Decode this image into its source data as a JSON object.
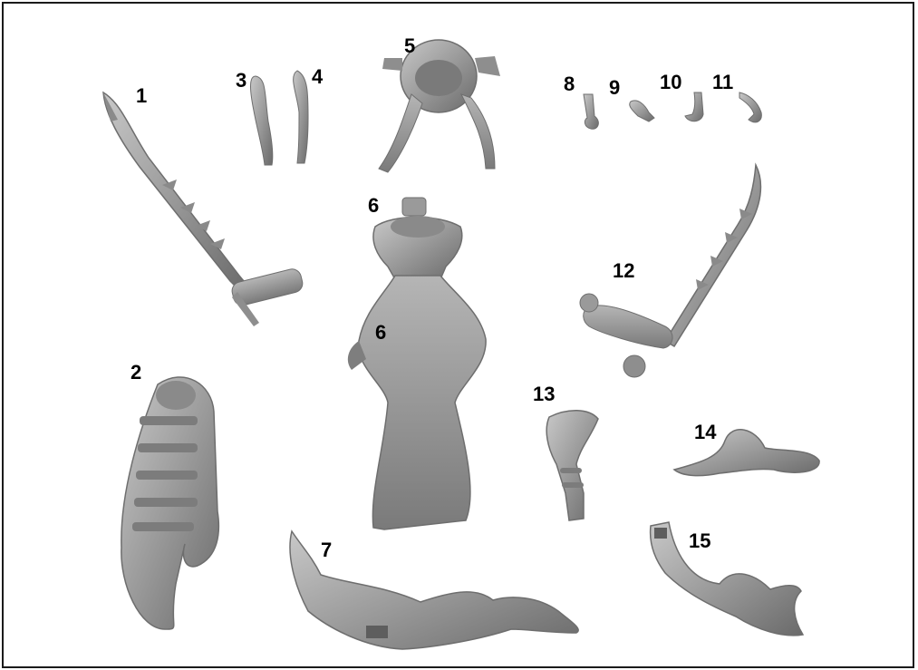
{
  "sheet": {
    "labels": {
      "p1": "1",
      "p2": "2",
      "p3": "3",
      "p4": "4",
      "p5": "5",
      "p6a": "6",
      "p6b": "6",
      "p7": "7",
      "p8": "8",
      "p9": "9",
      "p10": "10",
      "p11": "11",
      "p12": "12",
      "p13": "13",
      "p14": "14",
      "p15": "15"
    },
    "colors": {
      "part_fill": "#9a9a9a",
      "part_shadow": "#6e6e6e",
      "part_light": "#c4c4c4",
      "frame": "#1a1a1a"
    }
  }
}
